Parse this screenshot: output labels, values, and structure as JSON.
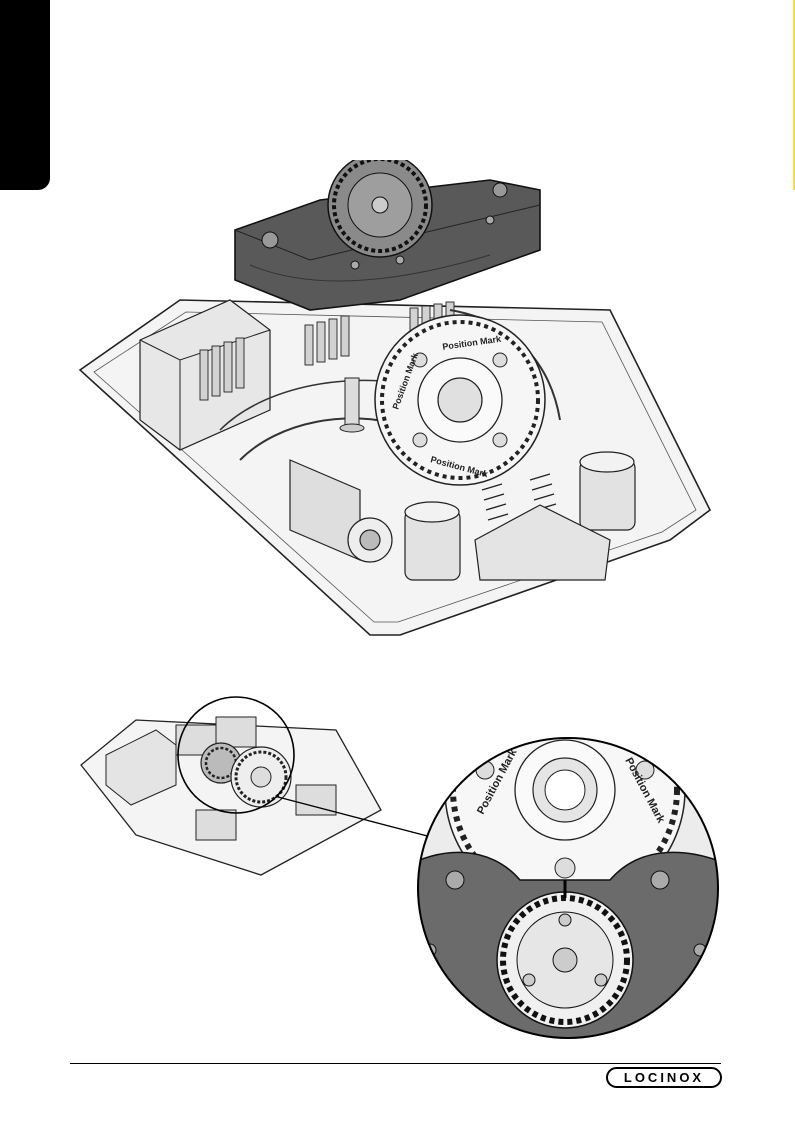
{
  "figure_top": {
    "gear_label_1": "Position Mark",
    "gear_label_2": "Position Mark",
    "gear_label_3": "Position Mark"
  },
  "figure_zoom": {
    "gear_label_left": "Position Mark",
    "gear_label_right": "Position Mark"
  },
  "footer": {
    "logo_text": "LOCINOX"
  }
}
